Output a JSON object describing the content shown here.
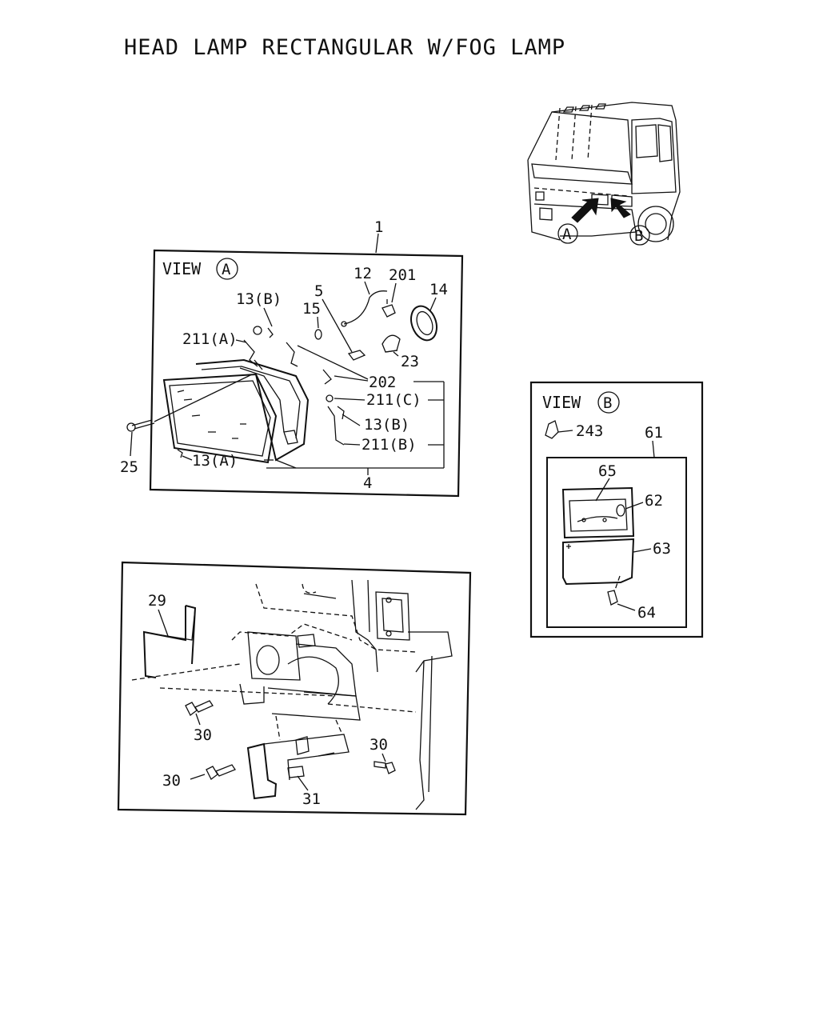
{
  "title": "HEAD LAMP RECTANGULAR W/FOG LAMP",
  "truck_callouts": {
    "a": "A",
    "b": "B"
  },
  "view_a": {
    "label": "VIEW",
    "circle": "A",
    "parts": {
      "p1": "1",
      "p12": "12",
      "p201": "201",
      "p14": "14",
      "p5": "5",
      "p13b_top": "13(B)",
      "p15": "15",
      "p211a": "211(A)",
      "p23": "23",
      "p202": "202",
      "p211c": "211(C)",
      "p13b_mid": "13(B)",
      "p211b": "211(B)",
      "p25": "25",
      "p13a": "13(A)",
      "p4": "4"
    }
  },
  "view_b": {
    "label": "VIEW",
    "circle": "B",
    "parts": {
      "p243": "243",
      "p61": "61",
      "p65": "65",
      "p62": "62",
      "p63": "63",
      "p64": "64"
    }
  },
  "mount": {
    "parts": {
      "p29": "29",
      "p30_top": "30",
      "p30_left": "30",
      "p30_right": "30",
      "p31": "31"
    }
  }
}
